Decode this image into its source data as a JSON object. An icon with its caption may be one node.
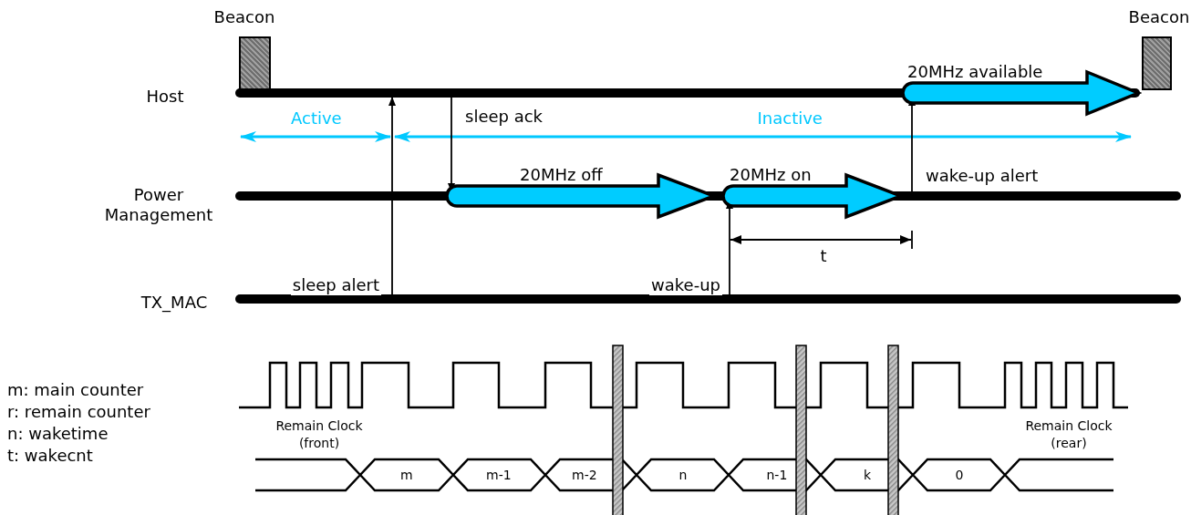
{
  "diagram": {
    "nodes": [
      {
        "text": [
          "Beacon"
        ]
      },
      {
        "text": [
          "Beacon"
        ]
      },
      {
        "text": [],
        "shape": "bar",
        "beside": [
          "Host"
        ]
      },
      {
        "text": [
          "20MHz available"
        ]
      },
      {
        "text": [],
        "shape": "bar",
        "beside": [
          "Power Management"
        ]
      },
      {
        "text": [
          "20MHz off"
        ]
      },
      {
        "text": [
          "20MHz on"
        ]
      },
      {
        "text": [],
        "shape": "bar",
        "beside": [
          "TX_MAC"
        ]
      }
    ],
    "edges": [
      {
        "from": 7,
        "to": 2,
        "arrow": "to",
        "label": "sleep alert"
      },
      {
        "from": 2,
        "to": 4,
        "arrow": "to",
        "label": "sleep ack"
      },
      {
        "from": 7,
        "to": 4,
        "arrow": "to",
        "label": "wake-up"
      },
      {
        "from": 4,
        "to": 2,
        "arrow": "to",
        "label": "wake-up alert"
      }
    ],
    "labels": [
      "Active",
      "Inactive",
      "t",
      "m: main counter",
      "r: remain counter",
      "n: waketime",
      "t: wakecnt",
      "Remain Clock (front)",
      "Remain Clock (rear)",
      "m",
      "m-1",
      "m-2",
      "n",
      "n-1",
      "k",
      "0"
    ]
  }
}
